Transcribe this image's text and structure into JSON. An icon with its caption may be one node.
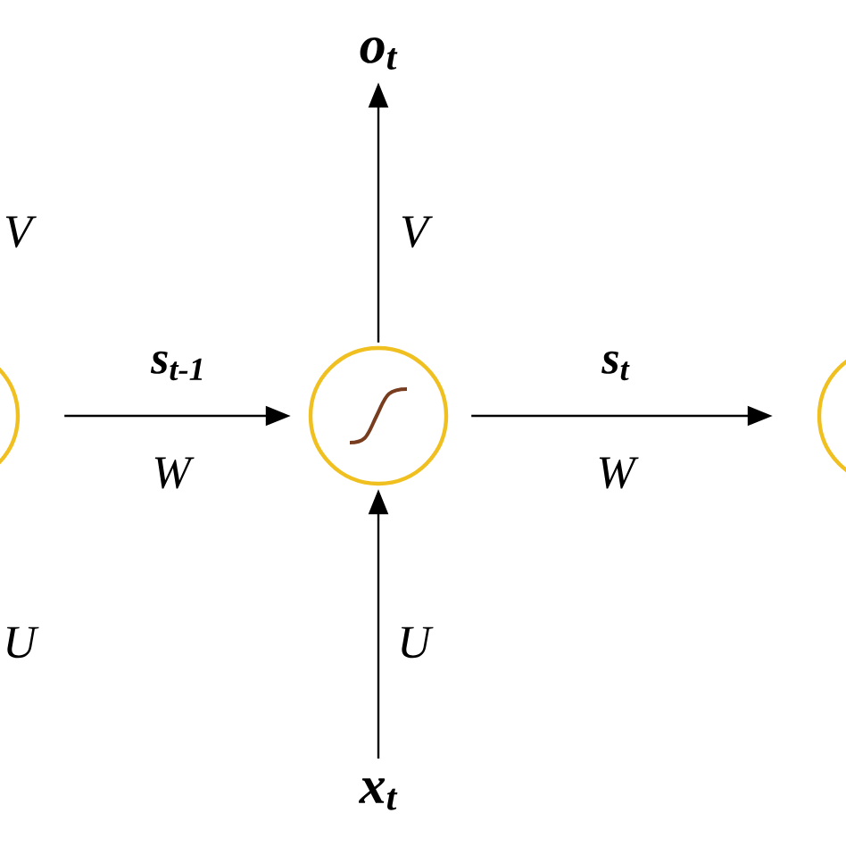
{
  "diagram": {
    "nodes": [
      {
        "text": [],
        "shape": "circle"
      },
      {
        "text": [],
        "shape": "circle"
      },
      {
        "text": [],
        "shape": "circle"
      },
      {
        "text": [
          "o$_{t}$"
        ]
      },
      {
        "text": [
          "x$_{t}$"
        ]
      }
    ],
    "edges": [
      {
        "from": 0,
        "to": 1,
        "arrow": "to",
        "label": "s$_{t-1}$"
      },
      {
        "from": 1,
        "to": 2,
        "arrow": "to",
        "label": "s$_{t}$"
      },
      {
        "from": 1,
        "to": 3,
        "arrow": "to",
        "label": "V"
      },
      {
        "from": 4,
        "to": 1,
        "arrow": "to",
        "label": "U"
      }
    ],
    "labels": [
      "V",
      "W",
      "W",
      "U"
    ]
  }
}
